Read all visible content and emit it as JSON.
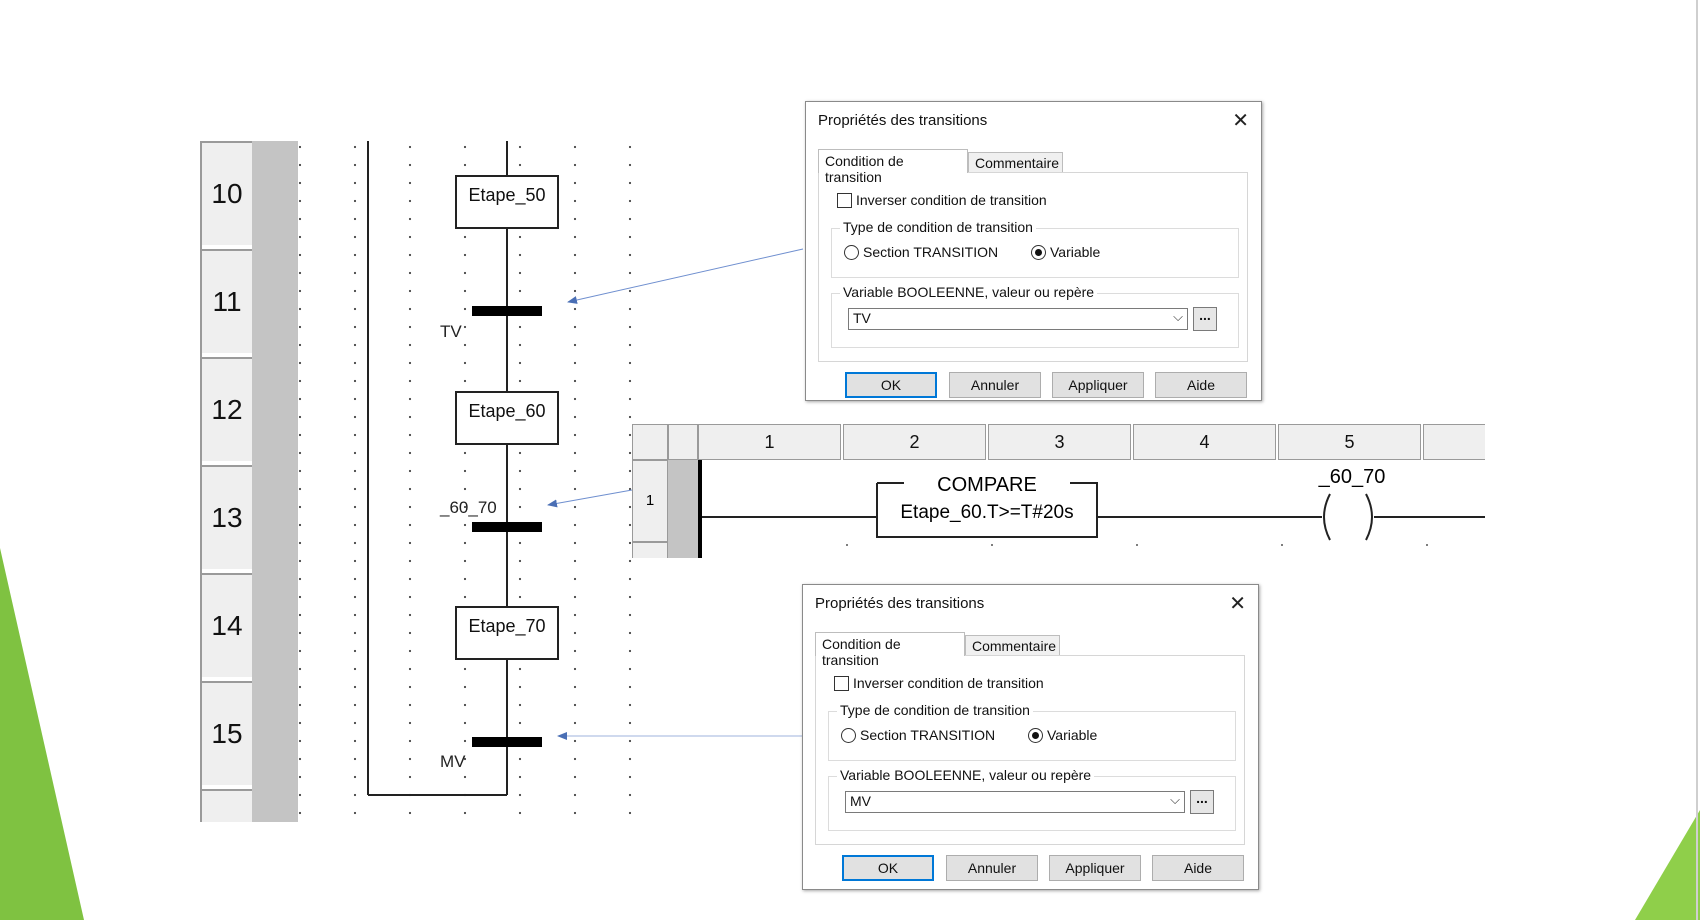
{
  "grafcet": {
    "rows": [
      "10",
      "11",
      "12",
      "13",
      "14",
      "15"
    ],
    "steps": [
      "Etape_50",
      "Etape_60",
      "Etape_70"
    ],
    "transitions": [
      "TV",
      "_60_70",
      "MV"
    ]
  },
  "dialog_top": {
    "title": "Propriétés des transitions",
    "tab_active": "Condition de transition",
    "tab_other": "Commentaire",
    "invert_label": "Inverser condition de transition",
    "type_group": "Type de condition de transition",
    "radio_section": "Section TRANSITION",
    "radio_variable": "Variable",
    "var_group": "Variable BOOLEENNE, valeur ou repère",
    "var_value": "TV",
    "browse_label": "...",
    "btn_ok": "OK",
    "btn_cancel": "Annuler",
    "btn_apply": "Appliquer",
    "btn_help": "Aide"
  },
  "dialog_bottom": {
    "title": "Propriétés des transitions",
    "tab_active": "Condition de transition",
    "tab_other": "Commentaire",
    "invert_label": "Inverser condition de transition",
    "type_group": "Type de condition de transition",
    "radio_section": "Section TRANSITION",
    "radio_variable": "Variable",
    "var_group": "Variable BOOLEENNE, valeur ou repère",
    "var_value": "MV",
    "browse_label": "...",
    "btn_ok": "OK",
    "btn_cancel": "Annuler",
    "btn_apply": "Appliquer",
    "btn_help": "Aide"
  },
  "ladder": {
    "columns": [
      "1",
      "2",
      "3",
      "4",
      "5"
    ],
    "row": "1",
    "compare_title": "COMPARE",
    "compare_expr": "Etape_60.T>=T#20s",
    "coil_label": "_60_70"
  },
  "colors": {
    "accent_green": "#7fc241",
    "dialog_focus": "#0078d7",
    "arrow": "#4a6fb5"
  },
  "icons": {
    "close": "close-icon",
    "dropdown": "chevron-down-icon"
  }
}
